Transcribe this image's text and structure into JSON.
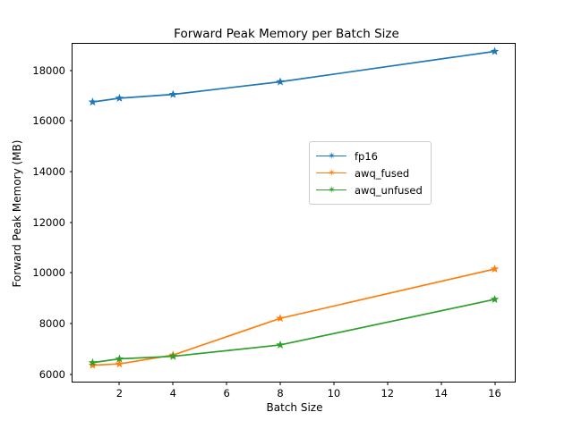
{
  "chart_data": {
    "type": "line",
    "title": "Forward Peak Memory per Batch Size",
    "xlabel": "Batch Size",
    "ylabel": "Forward Peak Memory (MB)",
    "x": [
      1,
      2,
      4,
      8,
      16
    ],
    "xlim": [
      0.25,
      16.75
    ],
    "ylim": [
      5700,
      19050
    ],
    "xticks": [
      2,
      4,
      6,
      8,
      10,
      12,
      14,
      16
    ],
    "xticklabels": [
      "2",
      "4",
      "6",
      "8",
      "10",
      "12",
      "14",
      "16"
    ],
    "yticks": [
      6000,
      8000,
      10000,
      12000,
      14000,
      16000,
      18000
    ],
    "yticklabels": [
      "6000",
      "8000",
      "10000",
      "12000",
      "14000",
      "16000",
      "18000"
    ],
    "grid": false,
    "legend_position": "center right",
    "marker": "star",
    "series": [
      {
        "name": "fp16",
        "color": "#1f77b4",
        "values": [
          16750,
          16900,
          17050,
          17550,
          18750
        ]
      },
      {
        "name": "awq_fused",
        "color": "#ff7f0e",
        "values": [
          6350,
          6400,
          6750,
          8200,
          10150
        ]
      },
      {
        "name": "awq_unfused",
        "color": "#2ca02c",
        "values": [
          6450,
          6600,
          6700,
          7150,
          8950
        ]
      }
    ]
  }
}
